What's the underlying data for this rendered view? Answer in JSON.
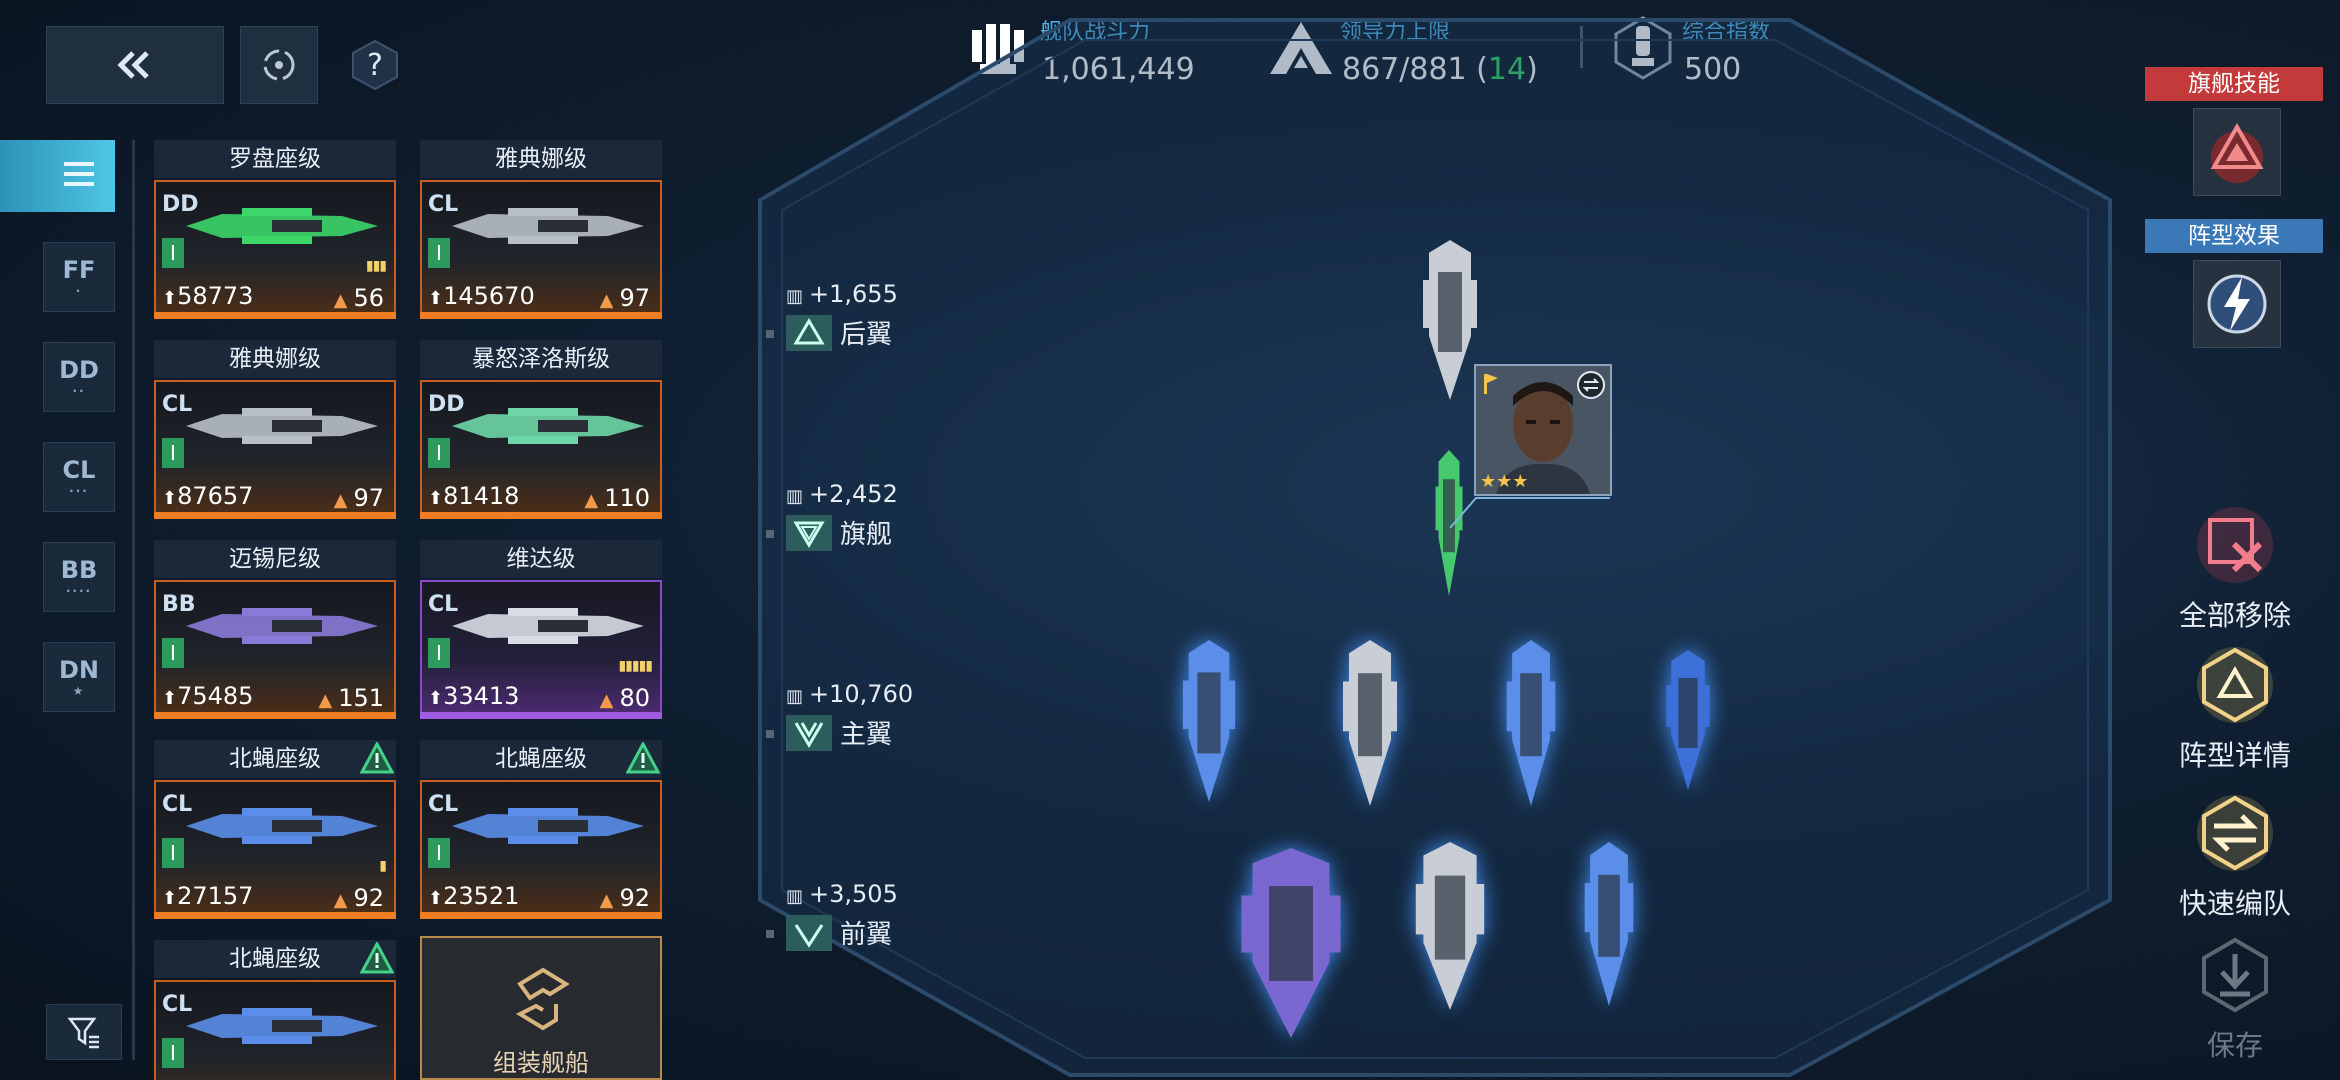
{
  "stats": {
    "fleet_power_label": "舰队战斗力",
    "fleet_power_value": "1,061,449",
    "command_label": "领导力上限",
    "command_value": "867/881 (",
    "command_bonus": "14",
    "command_close": ")",
    "index_label": "综合指数",
    "index_value": "500"
  },
  "sidebar": {
    "tabs": [
      {
        "label": "FF",
        "icon": "list-icon"
      },
      {
        "label": "DD"
      },
      {
        "label": "CL"
      },
      {
        "label": "BB"
      },
      {
        "label": "DN"
      }
    ]
  },
  "cards": [
    {
      "name": "罗盘座级",
      "cls": "DD",
      "level": "I",
      "power": "58773",
      "cmd": "56",
      "ammo": "▮▮▮",
      "rarity": "orange",
      "warn": false,
      "hull_color": "#3cd66a"
    },
    {
      "name": "雅典娜级",
      "cls": "CL",
      "level": "I",
      "power": "145670",
      "cmd": "97",
      "ammo": "",
      "rarity": "orange",
      "warn": false,
      "hull_color": "#b8bfc8"
    },
    {
      "name": "雅典娜级",
      "cls": "CL",
      "level": "I",
      "power": "87657",
      "cmd": "97",
      "ammo": "",
      "rarity": "orange",
      "warn": false,
      "hull_color": "#b8bfc8"
    },
    {
      "name": "暴怒泽洛斯级",
      "cls": "DD",
      "level": "I",
      "power": "81418",
      "cmd": "110",
      "ammo": "",
      "rarity": "orange",
      "warn": false,
      "hull_color": "#6fd6a8"
    },
    {
      "name": "迈锡尼级",
      "cls": "BB",
      "level": "I",
      "power": "75485",
      "cmd": "151",
      "ammo": "",
      "rarity": "orange",
      "warn": false,
      "hull_color": "#8a7ad8"
    },
    {
      "name": "维达级",
      "cls": "CL",
      "level": "I",
      "power": "33413",
      "cmd": "80",
      "ammo": "▮▮▮▮▮",
      "rarity": "purple",
      "warn": false,
      "hull_color": "#d8dde4"
    },
    {
      "name": "北蝇座级",
      "cls": "CL",
      "level": "I",
      "power": "27157",
      "cmd": "92",
      "ammo": "▮",
      "rarity": "orange",
      "warn": true,
      "hull_color": "#5a8ee8"
    },
    {
      "name": "北蝇座级",
      "cls": "CL",
      "level": "I",
      "power": "23521",
      "cmd": "92",
      "ammo": "",
      "rarity": "orange",
      "warn": true,
      "hull_color": "#5a8ee8"
    },
    {
      "name": "北蝇座级",
      "cls": "CL",
      "level": "I",
      "power": "",
      "cmd": "",
      "ammo": "",
      "rarity": "orange",
      "warn": true,
      "hull_color": "#5a8ee8"
    }
  ],
  "assemble_label": "组装舰船",
  "rows": [
    {
      "delta": "+1,655",
      "name": "后翼"
    },
    {
      "delta": "+2,452",
      "name": "旗舰"
    },
    {
      "delta": "+10,760",
      "name": "主翼"
    },
    {
      "delta": "+3,505",
      "name": "前翼"
    }
  ],
  "right": {
    "flagship_skill": "旗舰技能",
    "formation_effect": "阵型效果",
    "remove_all": "全部移除",
    "formation_detail": "阵型详情",
    "quick_form": "快速编队",
    "save": "保存"
  },
  "colors": {
    "accent_blue": "#4fb3e8",
    "flagship_skill_bg": "#c23a3a",
    "formation_effect_bg": "#3a78b8",
    "rarity_orange": "#ef7d22",
    "rarity_purple": "#a05be3"
  }
}
